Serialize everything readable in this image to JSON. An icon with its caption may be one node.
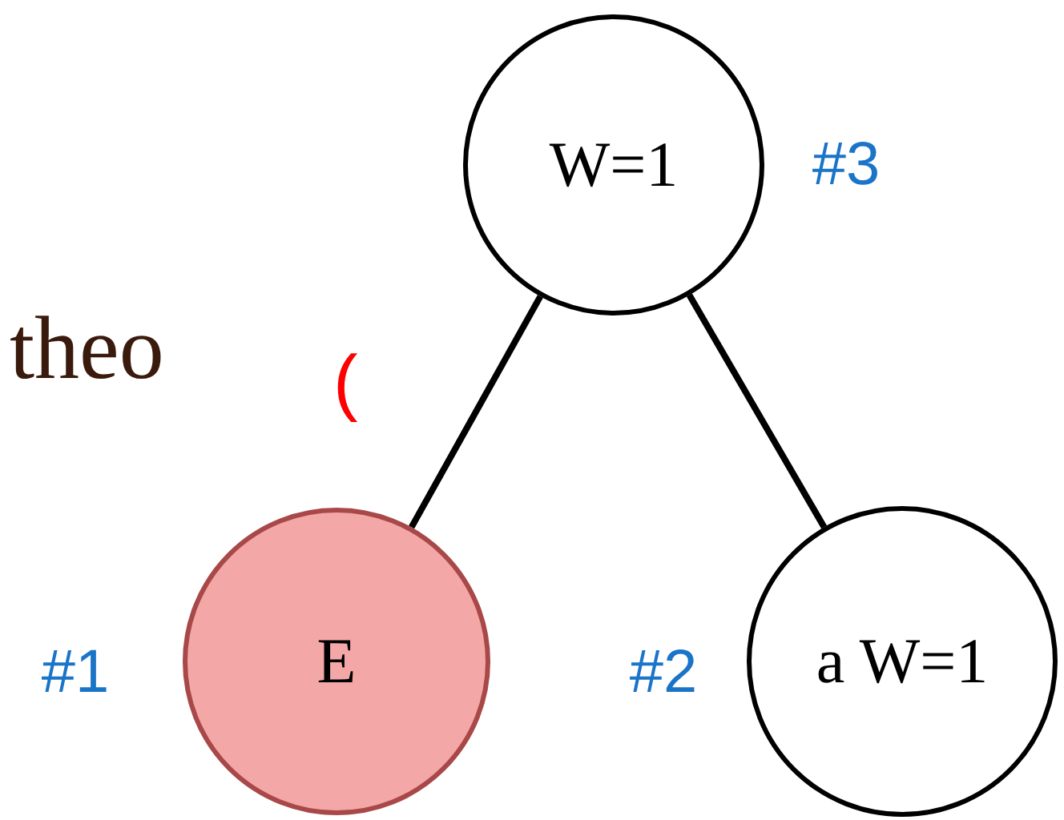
{
  "diagram": {
    "nodes": [
      {
        "text": [
          "W=1"
        ],
        "beside": [
          "#3"
        ]
      },
      {
        "text": [
          "E"
        ],
        "beside": [
          "#1"
        ]
      },
      {
        "text": [
          "a W=1"
        ],
        "beside": [
          "#2"
        ]
      }
    ],
    "edges": [
      {
        "from": 0,
        "to": 1,
        "arrow": "none"
      },
      {
        "from": 0,
        "to": 2,
        "arrow": "none"
      }
    ],
    "labels": [
      "theo",
      "("
    ]
  }
}
